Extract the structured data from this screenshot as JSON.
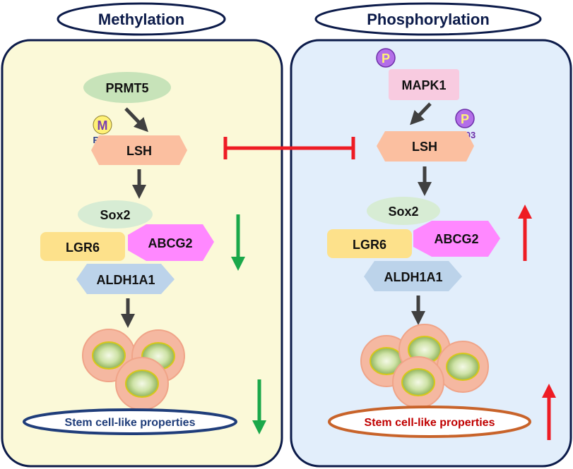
{
  "left_panel": {
    "title": "Methylation",
    "enzyme": "PRMT5",
    "mod_badge": "M",
    "site": "R309",
    "target": "LSH",
    "factors": {
      "sox2": "Sox2",
      "lgr6": "LGR6",
      "abcg2": "ABCG2",
      "aldh1a1": "ALDH1A1"
    },
    "outcome": "Stem cell-like properties"
  },
  "right_panel": {
    "title": "Phosphorylation",
    "enzyme": "MAPK1",
    "mod_badge": "P",
    "site": "S503",
    "target": "LSH",
    "factors": {
      "sox2": "Sox2",
      "lgr6": "LGR6",
      "abcg2": "ABCG2",
      "aldh1a1": "ALDH1A1"
    },
    "outcome": "Stem cell-like properties"
  },
  "colors": {
    "left_bg": "#fbf9d8",
    "right_bg": "#e2eefb",
    "panel_border": "#0c1b4a",
    "inhibition": "#ee1c24",
    "decrease_arrow": "#1aa84a",
    "increase_arrow": "#ee1c24",
    "lsh_fill": "#fbbfa0",
    "enzyme_left_fill": "#c7e3b9",
    "enzyme_right_fill": "#f8cbe0",
    "sox2_fill": "#d7ecd4",
    "lgr6_fill": "#fde18b",
    "abcg2_fill": "#ff88ff",
    "aldh1a1_fill": "#bcd3ea",
    "badge_fill": "#fff176",
    "badge_p_fill": "#b36ee8",
    "left_outcome_border": "#1f3d7a",
    "left_outcome_text": "#1f3d7a",
    "right_outcome_border": "#c8632a",
    "right_outcome_text": "#c00000"
  }
}
